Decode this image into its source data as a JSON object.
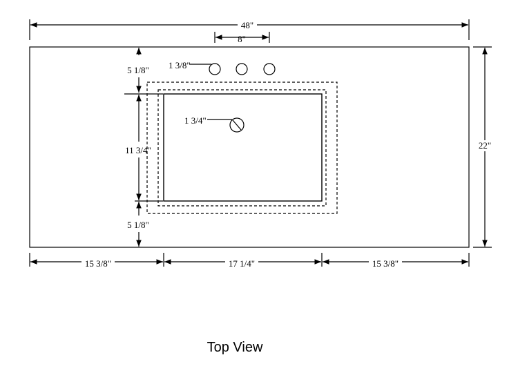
{
  "dimensions": {
    "overall_width": "48\"",
    "faucet_spacing": "8\"",
    "overall_depth": "22\"",
    "top_margin": "5 1/8\"",
    "bottom_margin": "5 1/8\"",
    "sink_depth": "11 3/4\"",
    "left_offset": "15 3/8\"",
    "sink_width": "17 1/4\"",
    "right_offset": "15 3/8\"",
    "faucet_hole_diameter": "1 3/8\"",
    "drain_diameter": "1 3/4\""
  },
  "caption": "Top View"
}
